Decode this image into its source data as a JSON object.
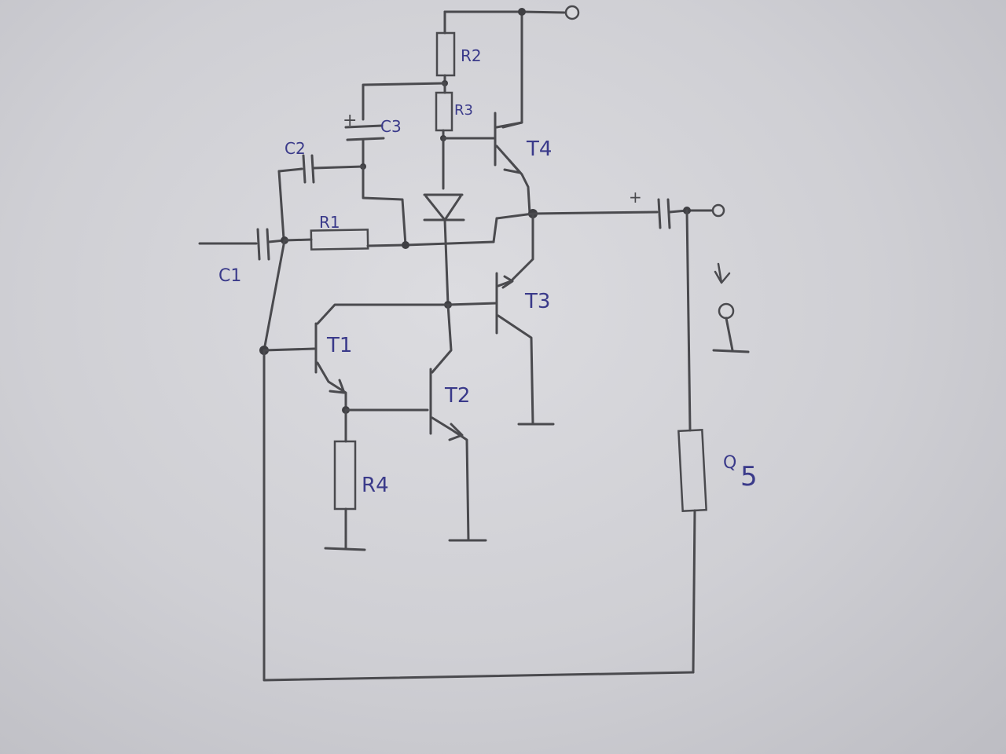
{
  "labels": {
    "r1": "R1",
    "r2": "R2",
    "r3": "R3",
    "r4": "R4",
    "c1": "C1",
    "c2": "C2",
    "c3": "C3",
    "t1": "T1",
    "t2": "T2",
    "t3": "T3",
    "t4": "T4",
    "r5_a": "Q",
    "r5_b": "5",
    "plus_c3": "+",
    "plus_out": "+"
  },
  "colors": {
    "pencil": "#4a4a4e",
    "ink": "#3a3a8a",
    "paper": "#d6d6da"
  }
}
